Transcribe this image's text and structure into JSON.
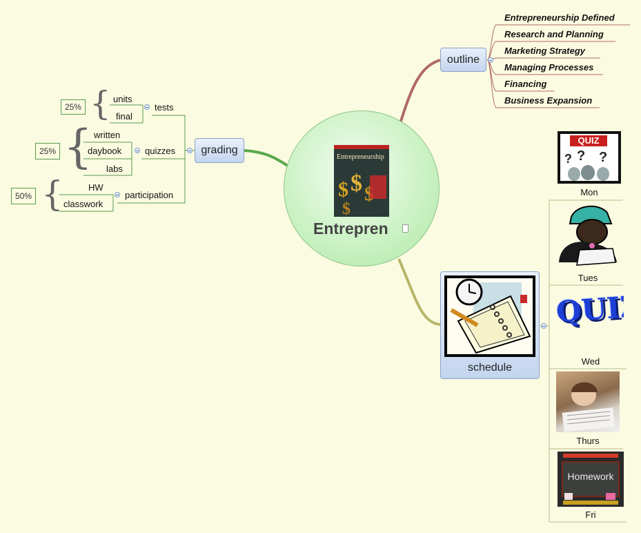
{
  "central": {
    "title": "Entrepren",
    "book_title": "Entrepreneurship"
  },
  "outline": {
    "label": "outline",
    "items": [
      "Entrepreneurship Defined",
      "Research and Planning",
      "Marketing Strategy",
      "Managing Processes",
      "Financing",
      "Business Expansion"
    ]
  },
  "grading": {
    "label": "grading",
    "tests": {
      "label": "tests",
      "items": [
        "units",
        "final"
      ],
      "weight": "25%"
    },
    "quizzes": {
      "label": "quizzes",
      "items": [
        "written",
        "daybook",
        "labs"
      ],
      "weight": "25%"
    },
    "participation": {
      "label": "participation",
      "items": [
        "HW",
        "classwork"
      ],
      "weight": "50%"
    }
  },
  "schedule": {
    "label": "schedule",
    "days": [
      "Mon",
      "Tues",
      "Wed",
      "Thurs",
      "Fri"
    ],
    "quiz_sign_text": "QUIZ",
    "wordart_text": "QUIZ",
    "homework_board_text": "Homework"
  },
  "colors": {
    "background": "#fafbe1",
    "outline_branch": "#b06a68",
    "grading_branch": "#5aa84a",
    "schedule_branch": "#b8b46a",
    "grading_lines": "#5a9a4e",
    "schedule_lines": "#bdbb8a"
  }
}
